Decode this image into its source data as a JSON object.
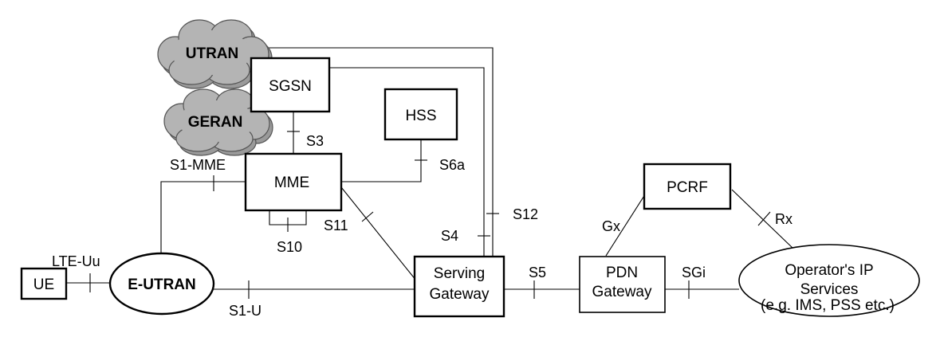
{
  "nodes": {
    "utran": "UTRAN",
    "geran": "GERAN",
    "sgsn": "SGSN",
    "hss": "HSS",
    "mme": "MME",
    "pcrf": "PCRF",
    "ue": "UE",
    "eutran": "E-UTRAN",
    "serving_gateway": [
      "Serving",
      "Gateway"
    ],
    "pdn_gateway": [
      "PDN",
      "Gateway"
    ],
    "operator_services": [
      "Operator's IP",
      "Services",
      "(e.g. IMS, PSS etc.)"
    ]
  },
  "interfaces": {
    "s1_mme": "S1-MME",
    "s3": "S3",
    "s6a": "S6a",
    "s10": "S10",
    "s11": "S11",
    "s4": "S4",
    "s12": "S12",
    "lte_uu": "LTE-Uu",
    "s1_u": "S1-U",
    "s5": "S5",
    "sgi": "SGi",
    "gx": "Gx",
    "rx": "Rx"
  },
  "colors": {
    "line": "#000000",
    "cloud_fill": "#b4b4b4",
    "cloud_shadow": "#9a9a9a"
  }
}
